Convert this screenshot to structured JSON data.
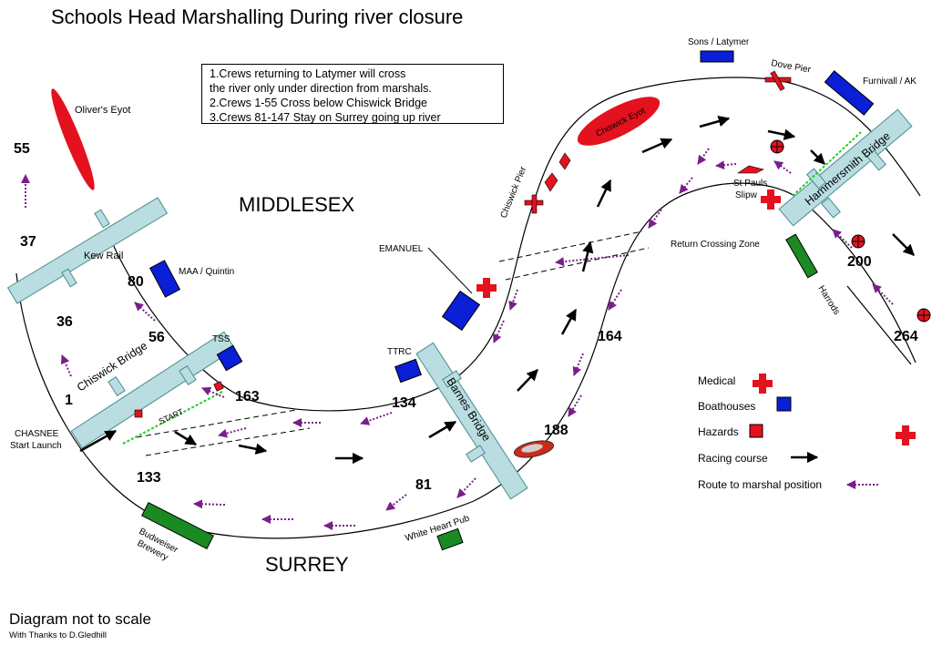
{
  "title": "Schools Head  Marshalling During river closure",
  "notes": [
    "1.Crews returning to Latymer will cross",
    "the river only under direction from marshals.",
    "2.Crews 1-55 Cross below Chiswick Bridge",
    "3.Crews 81-147 Stay on Surrey going up river"
  ],
  "regions": {
    "north": "MIDDLESEX",
    "south": "SURREY"
  },
  "places": {
    "olivers_eyot": "Oliver's Eyot",
    "kew_rail": "Kew Rail",
    "maa_quintin": "MAA / Quintin",
    "tss": "TSS",
    "chiswick_bridge": "Chiswick Bridge",
    "start": "START",
    "chasnee": "CHASNEE",
    "start_launch": "Start Launch",
    "budweiser": "Budweiser",
    "brewery": "Brewery",
    "emanuel": "EMANUEL",
    "ttrc": "TTRC",
    "barnes_bridge": "Barnes Bridge",
    "white_heart_pub": "White Heart Pub",
    "chiswick_pier": "Chiswick Pier",
    "chiswick_eyot": "Chiswick Eyot",
    "sons_latymer": "Sons / Latymer",
    "dove_pier": "Dove Pier",
    "furnivall_ak": "Furnivall / AK",
    "hammersmith_bridge": "Hammersmith Bridge",
    "st_pauls": "St Pauls",
    "slipw": "Slipw",
    "return_crossing_zone": "Return Crossing Zone",
    "harrods": "Harrods"
  },
  "crew_numbers": {
    "n55": "55",
    "n37": "37",
    "n80": "80",
    "n36": "36",
    "n56": "56",
    "n1": "1",
    "n163": "163",
    "n133": "133",
    "n134": "134",
    "n81": "81",
    "n188": "188",
    "n164": "164",
    "n200": "200",
    "n264": "264"
  },
  "legend": {
    "medical": "Medical",
    "boathouses": "Boathouses",
    "hazards": "Hazards",
    "racing_course": "Racing course",
    "route": "Route to marshal position"
  },
  "footer": {
    "not_to_scale": "Diagram not to scale",
    "thanks": "With Thanks to D.Gledhill"
  },
  "colors": {
    "bridge_fill": "#b9dde0",
    "boathouse": "#0a1fd6",
    "hazard": "#e3121e",
    "medical": "#e3121e",
    "green_building": "#1c8a22",
    "route": "#7a1e8c",
    "start_line": "#22cc22"
  }
}
